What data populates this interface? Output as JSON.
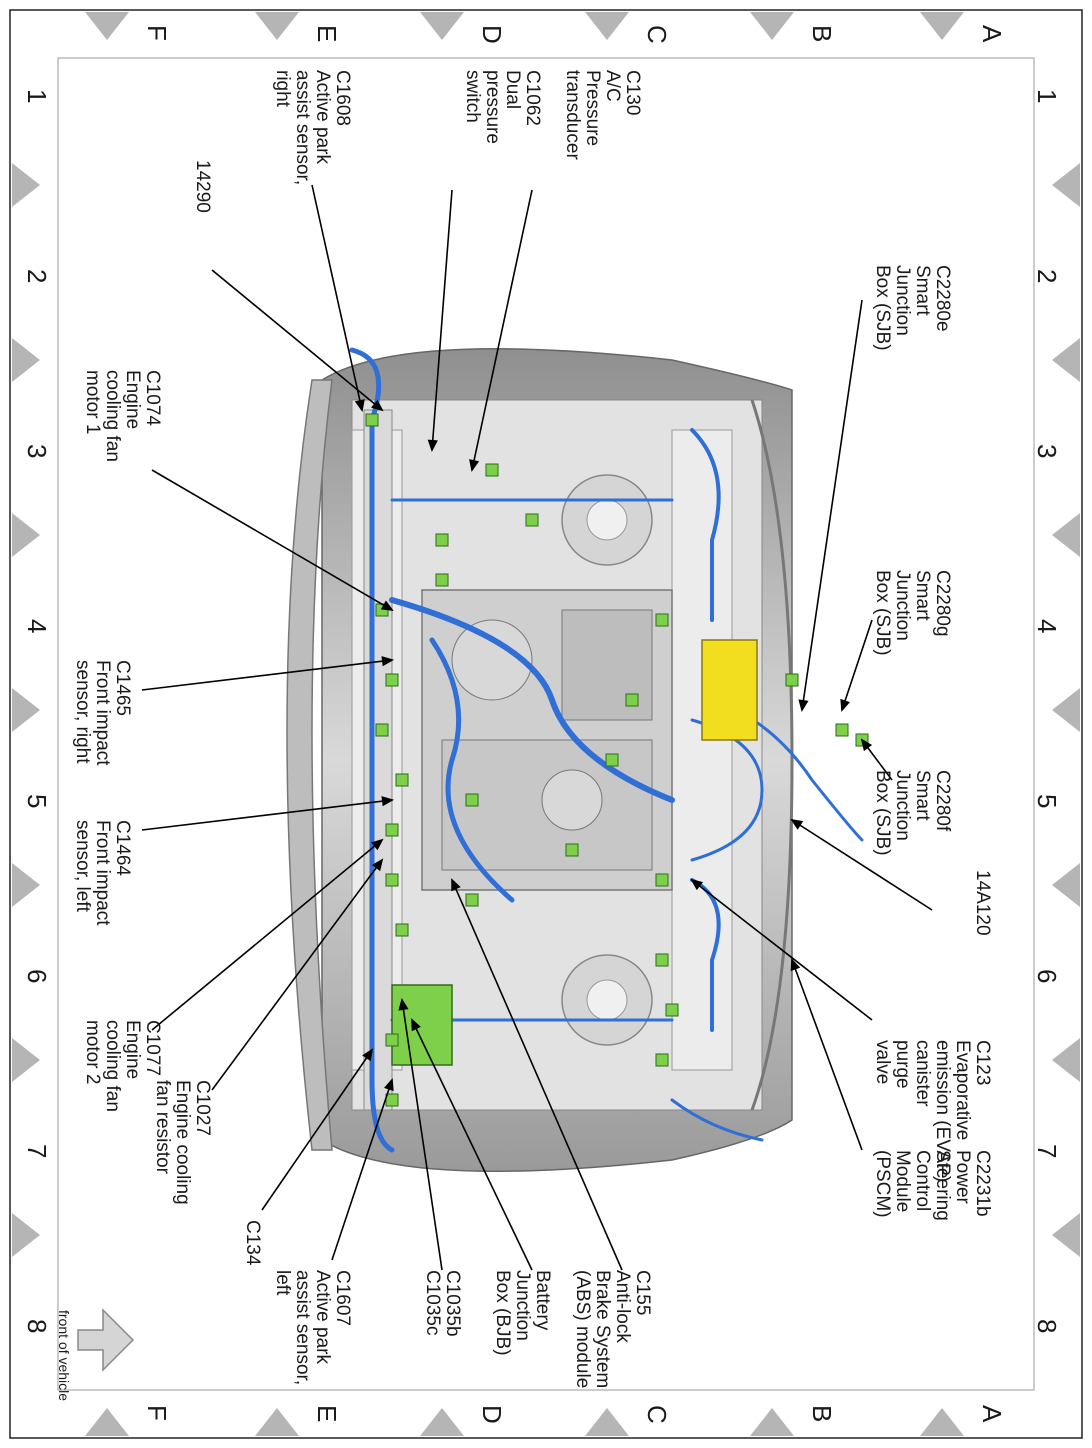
{
  "grid": {
    "columns": [
      "1",
      "2",
      "3",
      "4",
      "5",
      "6",
      "7",
      "8"
    ],
    "rows": [
      "A",
      "B",
      "C",
      "D",
      "E",
      "F"
    ]
  },
  "callouts": [
    {
      "id": "c130",
      "text": "C130\nA/C\nPressure\ntransducer"
    },
    {
      "id": "c1062",
      "text": "C1062\nDual\npressure\nswitch"
    },
    {
      "id": "c1608",
      "text": "C1608\nActive park\nassist sensor,\nright"
    },
    {
      "id": "n14290",
      "text": "14290"
    },
    {
      "id": "c1074",
      "text": "C1074\nEngine\ncooling fan\nmotor 1"
    },
    {
      "id": "c1465",
      "text": "C1465\nFront impact\nsensor, right"
    },
    {
      "id": "c1464",
      "text": "C1464\nFront impact\nsensor, left"
    },
    {
      "id": "c1077",
      "text": "C1077\nEngine\ncooling fan\nmotor 2"
    },
    {
      "id": "c1027",
      "text": "C1027\nEngine cooling\nfan resistor"
    },
    {
      "id": "c134",
      "text": "C134"
    },
    {
      "id": "c1607",
      "text": "C1607\nActive park\nassist sensor,\nleft"
    },
    {
      "id": "c1035",
      "text": "C1035b\nC1035c"
    },
    {
      "id": "bjb",
      "text": "Battery\nJunction\nBox (BJB)"
    },
    {
      "id": "c155",
      "text": "C155\nAnti-lock\nBrake System\n(ABS) module"
    },
    {
      "id": "c2231b",
      "text": "C2231b\nPower\nSteering\nControl\nModule\n(PSCM)"
    },
    {
      "id": "c123",
      "text": "C123\nEvaporative\nemission (EVAP)\ncanister\npurge\nvalve"
    },
    {
      "id": "n14a120",
      "text": "14A120"
    },
    {
      "id": "c2280f",
      "text": "C2280f\nSmart\nJunction\nBox (SJB)"
    },
    {
      "id": "c2280g",
      "text": "C2280g\nSmart\nJunction\nBox (SJB)"
    },
    {
      "id": "c2280e",
      "text": "C2280e\nSmart\nJunction\nBox (SJB)"
    }
  ],
  "front_note": "front of vehicle",
  "colors": {
    "harness": "#2f6fd6",
    "connector": "#7ed04b",
    "module": "#f2dd1e",
    "body_gray": "#c9c9c9",
    "marker": "#b5b5b5"
  }
}
